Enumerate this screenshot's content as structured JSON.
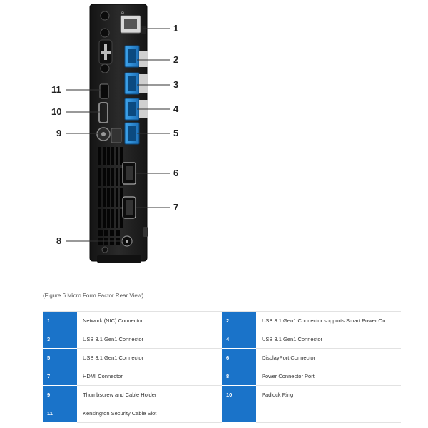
{
  "caption": "(Figure.6 Micro Form Factor Rear View)",
  "callouts": [
    "1",
    "2",
    "3",
    "4",
    "5",
    "6",
    "7",
    "8",
    "9",
    "10",
    "11"
  ],
  "legend": [
    {
      "left_num": "1",
      "left_label": "Network (NIC) Connector",
      "right_num": "2",
      "right_label": "USB 3.1 Gen1 Connector supports Smart Power On"
    },
    {
      "left_num": "3",
      "left_label": "USB 3.1 Gen1 Connector",
      "right_num": "4",
      "right_label": "USB 3.1 Gen1 Connector"
    },
    {
      "left_num": "5",
      "left_label": "USB 3.1 Gen1 Connector",
      "right_num": "6",
      "right_label": "DisplayPort Connector"
    },
    {
      "left_num": "7",
      "left_label": "HDMI Connector",
      "right_num": "8",
      "right_label": "Power Connector Port"
    },
    {
      "left_num": "9",
      "left_label": "Thumbscrew and Cable Holder",
      "right_num": "10",
      "right_label": "Padlock Ring"
    },
    {
      "left_num": "11",
      "left_label": "Kensington Security Cable Slot",
      "right_num": "",
      "right_label": ""
    }
  ],
  "colors": {
    "accent": "#1a73c9",
    "usb_port": "#2a8fd8",
    "chassis": "#1e1e1e"
  }
}
